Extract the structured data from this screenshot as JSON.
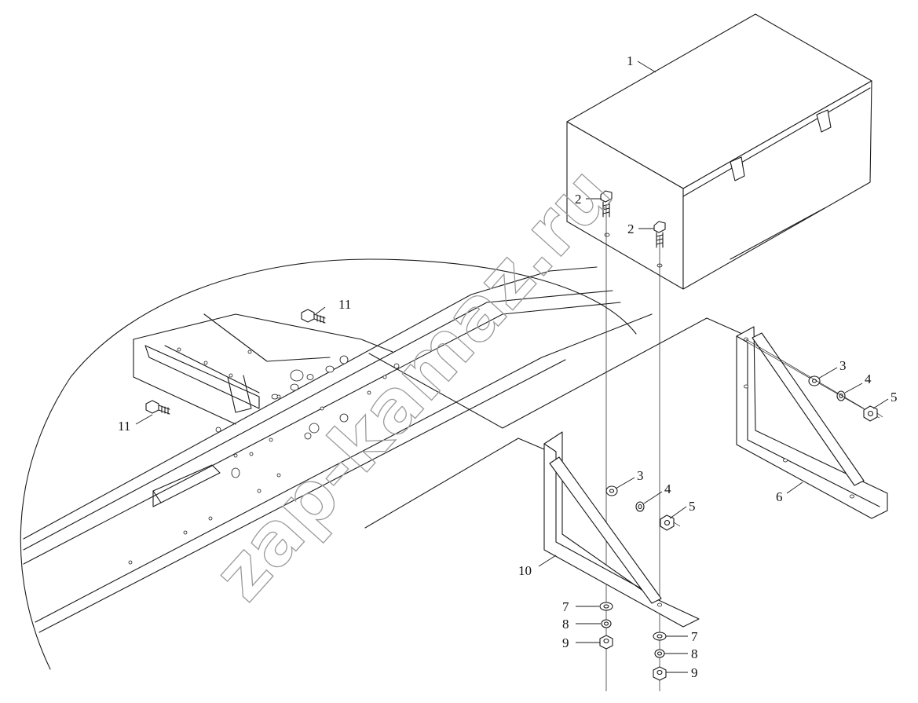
{
  "diagram": {
    "callouts": [
      {
        "id": "c1",
        "label": "1"
      },
      {
        "id": "c2a",
        "label": "2"
      },
      {
        "id": "c2b",
        "label": "2"
      },
      {
        "id": "c3a",
        "label": "3"
      },
      {
        "id": "c3b",
        "label": "3"
      },
      {
        "id": "c4a",
        "label": "4"
      },
      {
        "id": "c4b",
        "label": "4"
      },
      {
        "id": "c5a",
        "label": "5"
      },
      {
        "id": "c5b",
        "label": "5"
      },
      {
        "id": "c6",
        "label": "6"
      },
      {
        "id": "c7a",
        "label": "7"
      },
      {
        "id": "c7b",
        "label": "7"
      },
      {
        "id": "c8a",
        "label": "8"
      },
      {
        "id": "c8b",
        "label": "8"
      },
      {
        "id": "c9a",
        "label": "9"
      },
      {
        "id": "c9b",
        "label": "9"
      },
      {
        "id": "c10",
        "label": "10"
      },
      {
        "id": "c11a",
        "label": "11"
      },
      {
        "id": "c11b",
        "label": "11"
      }
    ],
    "watermark": "zap-kamaz.ru"
  }
}
